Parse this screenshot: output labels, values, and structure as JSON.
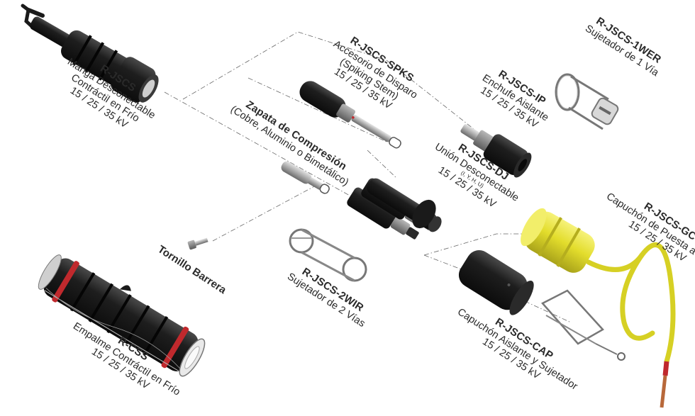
{
  "components": [
    {
      "id": "jscs",
      "code": "R-JSCS",
      "lines": [
        "Manga Desconectable",
        "Contráctil en Frío",
        "15 / 25 / 35 kV"
      ]
    },
    {
      "id": "spks",
      "code": "R-JSCS-SPKS",
      "lines": [
        "Accesorio de Disparo",
        "(Spiking Stem)",
        "15 / 25 / 35 kV"
      ]
    },
    {
      "id": "ip",
      "code": "R-JSCS-IP",
      "lines": [
        "Enchufe Aislante",
        "15 / 25 / 35 kV"
      ]
    },
    {
      "id": "wer",
      "code": "R-JSCS-1WER",
      "lines": [
        "Sujetador de 1 Vía"
      ]
    },
    {
      "id": "zapata",
      "code": "Zapata de Compresión",
      "lines": [
        "(Cobre, Aluminio o Bimetálico)"
      ]
    },
    {
      "id": "dj",
      "code": "R-JSCS-DJ",
      "lines": [
        "Unión Desconectable"
      ],
      "small": "(I, Y, H, U)",
      "lines2": [
        "15 / 25 / 35 kV"
      ]
    },
    {
      "id": "gc",
      "code": "R-JSCS-GC",
      "lines": [
        "Capuchón de Puesta a Tierra",
        "15 / 25 / 35 kV"
      ]
    },
    {
      "id": "tornillo",
      "code": "Tornillo Barrera",
      "lines": []
    },
    {
      "id": "wir",
      "code": "R-JSCS-2WIR",
      "lines": [
        "Sujetador de 2 Vías"
      ]
    },
    {
      "id": "css",
      "code": "R-CSS",
      "lines": [
        "Empalme Contráctil en Frío",
        "15 / 25 / 35 kV"
      ]
    },
    {
      "id": "cap",
      "code": "R-JSCS-CAP",
      "lines": [
        "Capuchón Aislante y Sujetador",
        "15 / 25 / 35 kV"
      ]
    }
  ],
  "colors": {
    "part_dark": "#1c1c1c",
    "part_gray": "#8c8c8c",
    "ground_yellow": "#e3dd2c",
    "seal_red": "#c0292d",
    "copper": "#b8683a"
  }
}
